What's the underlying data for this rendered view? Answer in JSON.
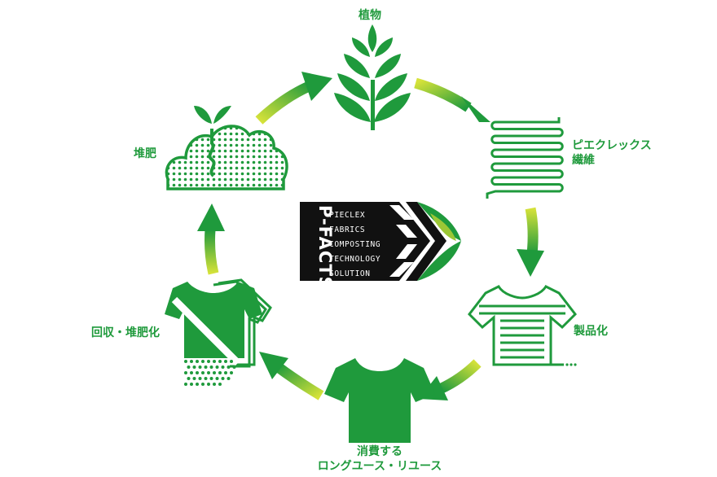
{
  "nodes": {
    "plant": {
      "label": "植物"
    },
    "fiber": {
      "label_line1": "ピエクレックス",
      "label_line2": "繊維"
    },
    "product": {
      "label": "製品化"
    },
    "consume": {
      "label_line1": "消費する",
      "label_line2": "ロングユース・リユース"
    },
    "collect": {
      "label": "回収・堆肥化"
    },
    "compost": {
      "label": "堆肥"
    }
  },
  "logo": {
    "vertical_text": "P-FACTS",
    "lines": [
      "PIECLEX",
      "FABRICS",
      "COMPOSTING",
      "TECHNOLOGY",
      "SOLUTION"
    ]
  },
  "colors": {
    "green": "#1f9a3c",
    "light_green": "#c8d82a",
    "black": "#111111"
  }
}
